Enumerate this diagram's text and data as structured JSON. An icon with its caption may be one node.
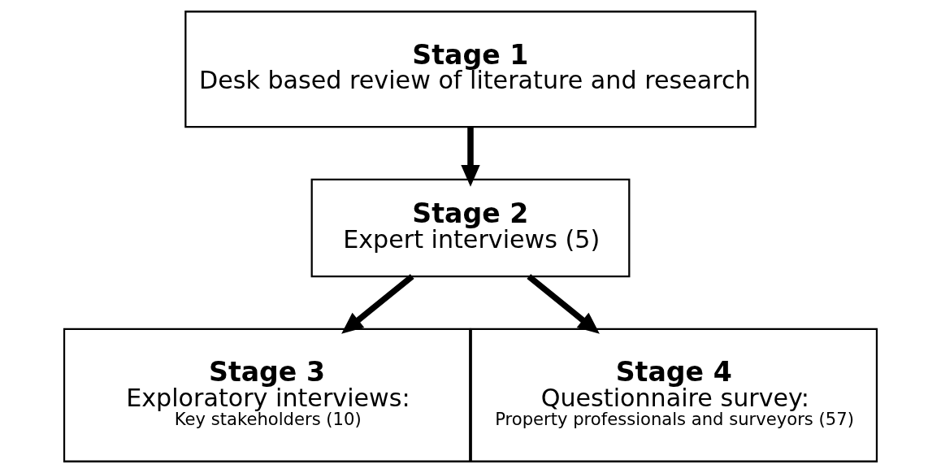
{
  "diagram": {
    "nodes": [
      {
        "text": [
          "Stage 1",
          "Desk based review of literature and research"
        ]
      },
      {
        "text": [
          "Stage 2",
          "Expert interviews (5)"
        ]
      },
      {
        "text": [
          "Stage 3",
          "Exploratory interviews:",
          "Key stakeholders (10)"
        ]
      },
      {
        "text": [
          "Stage 4",
          "Questionnaire survey:",
          "Property professionals and surveyors (57)"
        ]
      }
    ],
    "edges": [
      {
        "from": 0,
        "to": 1,
        "arrow": "to"
      },
      {
        "from": 1,
        "to": 2,
        "arrow": "to"
      },
      {
        "from": 1,
        "to": 3,
        "arrow": "to"
      }
    ]
  }
}
